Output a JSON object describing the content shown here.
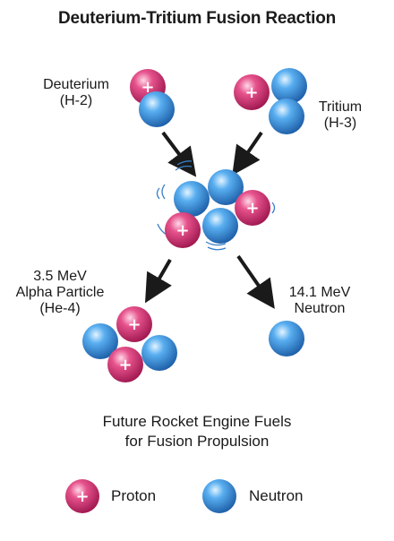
{
  "title": "Deuterium-Tritium Fusion Reaction",
  "labels": {
    "deuterium_name": "Deuterium",
    "deuterium_symbol": "(H-2)",
    "tritium_name": "Tritium",
    "tritium_symbol": "(H-3)",
    "alpha_energy": "3.5 MeV",
    "alpha_name": "Alpha Particle",
    "alpha_symbol": "(He-4)",
    "neutron_energy": "14.1 MeV",
    "neutron_name": "Neutron"
  },
  "caption": {
    "line1": "Future Rocket Engine Fuels",
    "line2": "for Fusion Propulsion"
  },
  "legend": {
    "proton": "Proton",
    "neutron": "Neutron"
  },
  "proton_mark": "+",
  "colors": {
    "proton": "#e0407c",
    "neutron": "#4a9ee6",
    "arrow": "#1a1a1a"
  }
}
